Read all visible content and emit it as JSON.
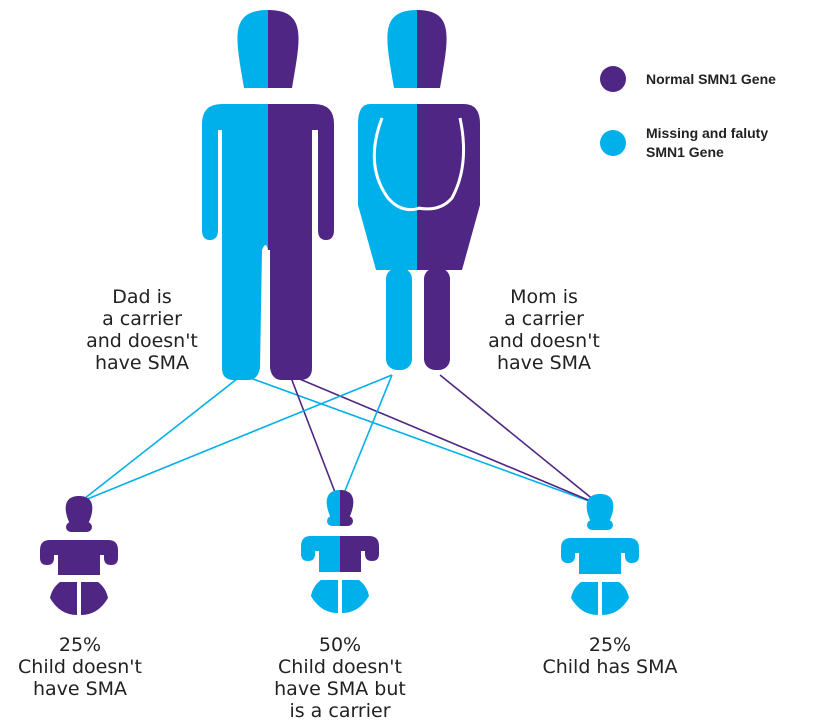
{
  "colors": {
    "normal": "#4f2683",
    "faulty": "#00b0ea",
    "text": "#222222"
  },
  "legend": [
    {
      "key": "normal",
      "color": "#4f2683",
      "lines": [
        "Normal SMN1 Gene"
      ]
    },
    {
      "key": "faulty",
      "color": "#00b0ea",
      "lines": [
        "Missing and faluty",
        "SMN1 Gene"
      ]
    }
  ],
  "parents": {
    "dad": {
      "lines": [
        "Dad is",
        "a carrier",
        "and doesn't",
        "have SMA"
      ]
    },
    "mom": {
      "lines": [
        "Mom is",
        "a carrier",
        "and doesn't",
        "have SMA"
      ]
    }
  },
  "children": [
    {
      "key": "child-left",
      "genotype": "normal-normal",
      "percent": "25%",
      "lines": [
        "Child doesn't",
        "have SMA"
      ]
    },
    {
      "key": "child-middle",
      "genotype": "carrier",
      "percent": "50%",
      "lines": [
        "Child doesn't",
        "have SMA but",
        "is a carrier"
      ]
    },
    {
      "key": "child-right",
      "genotype": "faulty-faulty",
      "percent": "25%",
      "lines": [
        "Child has SMA"
      ]
    }
  ]
}
